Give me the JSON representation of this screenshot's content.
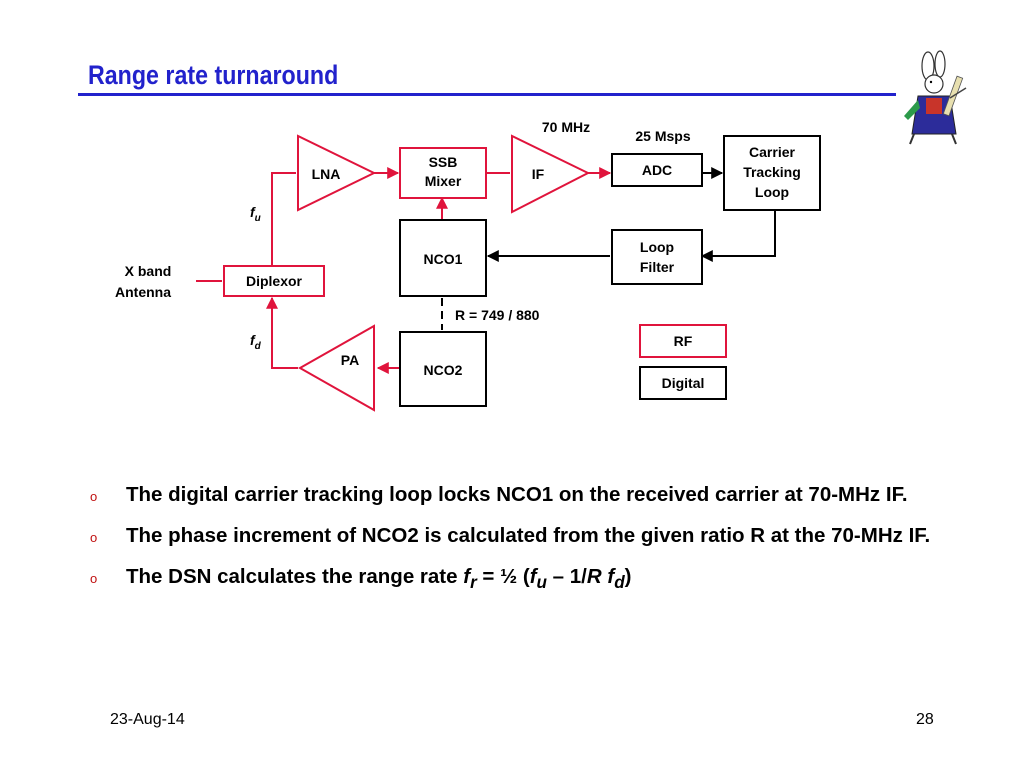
{
  "slide": {
    "title": "Range rate turnaround",
    "footer_date": "23-Aug-14",
    "page_number": "28"
  },
  "diagram": {
    "label_70mhz": "70 MHz",
    "label_25msps": "25 Msps",
    "lna": "LNA",
    "ssb_mixer_line1": "SSB",
    "ssb_mixer_line2": "Mixer",
    "if": "IF",
    "adc": "ADC",
    "ctl_line1": "Carrier",
    "ctl_line2": "Tracking",
    "ctl_line3": "Loop",
    "nco1": "NCO1",
    "loop_filter_line1": "Loop",
    "loop_filter_line2": "Filter",
    "antenna_line1": "X band",
    "antenna_line2": "Antenna",
    "diplexor": "Diplexor",
    "fu_symbol": "f",
    "fu_sub": "u",
    "fd_symbol": "f",
    "fd_sub": "d",
    "ratio": "R = 749 / 880",
    "pa": "PA",
    "nco2": "NCO2",
    "legend_rf": "RF",
    "legend_digital": "Digital",
    "colors": {
      "rf": "#e0143c",
      "digital": "#000000"
    }
  },
  "bullets": [
    {
      "text": "The digital carrier tracking loop locks NCO1 on the received carrier at  70-MHz IF."
    },
    {
      "text": "The phase increment of NCO2 is calculated from the given ratio R at the 70-MHz IF."
    },
    {
      "pre": "The DSN calculates the range rate ",
      "fr": "f",
      "fr_sub": "r",
      "mid": " = ½ (",
      "fu": "f",
      "fu_sub": "u",
      "mid2": " – 1/",
      "r": "R",
      "fd": "f",
      "fd_sub": "d",
      "post": ")"
    }
  ],
  "icons": {
    "logo": "white-rabbit-logo-icon",
    "bullet": "bullet-o-icon"
  }
}
